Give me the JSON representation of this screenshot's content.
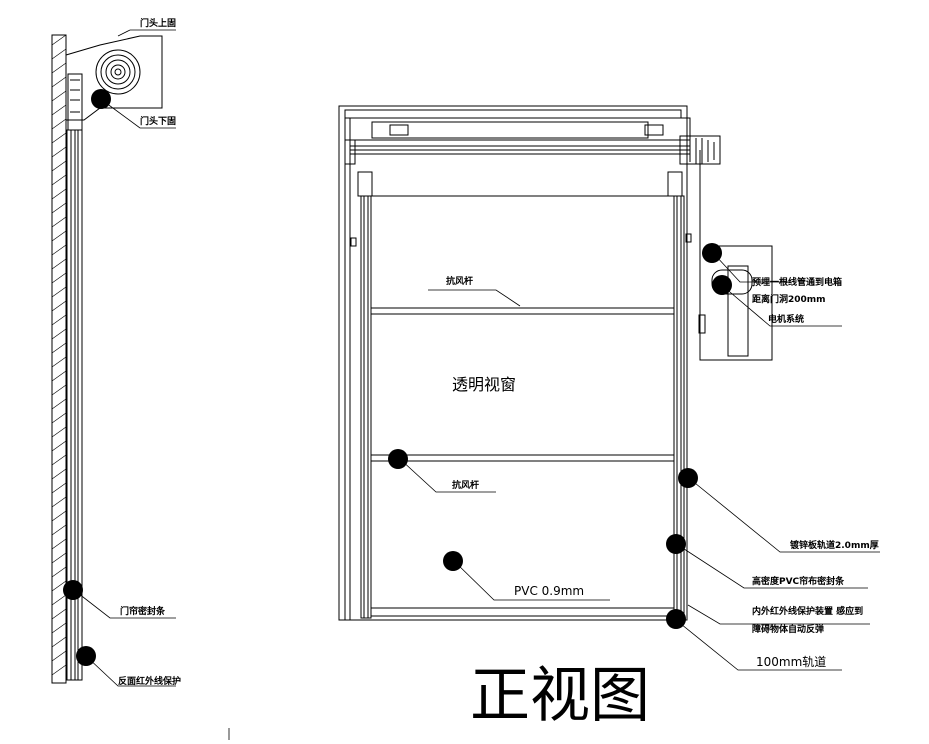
{
  "side_view": {
    "label_top": "门头上固",
    "label_bottom": "门头下固",
    "label_seal": "门帘密封条",
    "label_sensor": "反面红外线保护"
  },
  "front_view": {
    "wind_bar_1": "抗风杆",
    "wind_bar_2": "抗风杆",
    "window": "透明视窗",
    "pvc": "PVC 0.9mm",
    "conduit_line1": "预埋一根线管通到电箱",
    "conduit_line2": "距离门洞200mm",
    "motor": "电机系统",
    "track_plate": "镀锌板轨道2.0mm厚",
    "seal_strip": "高密度PVC帘布密封条",
    "ir_line1": "内外红外线保护装置  感应到",
    "ir_line2": "障碍物体自动反弹",
    "track": "100mm轨道",
    "title": "正视图"
  }
}
